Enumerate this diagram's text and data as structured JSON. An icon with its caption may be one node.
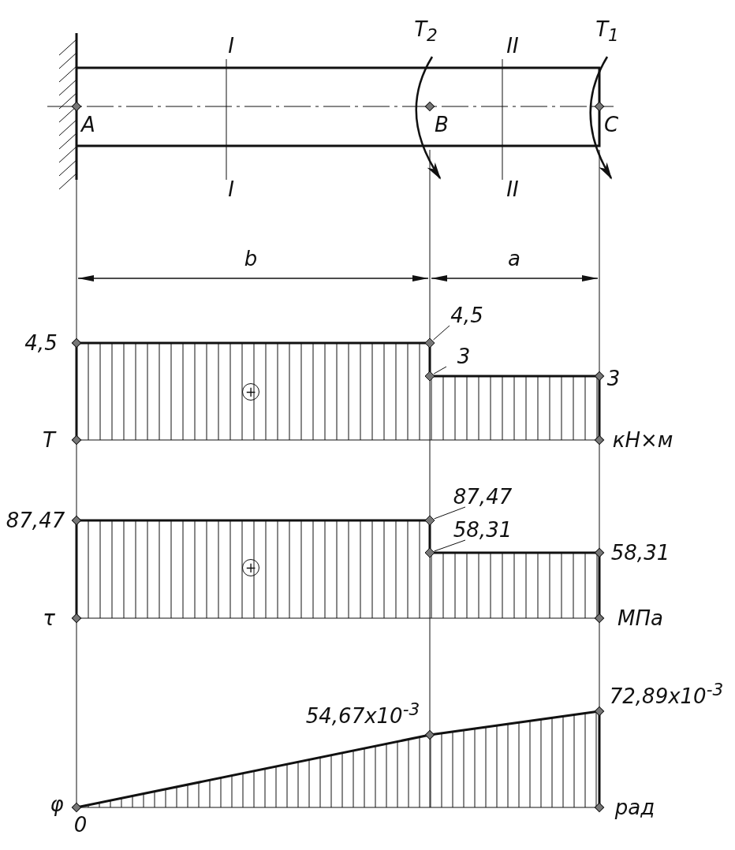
{
  "diagram": {
    "nodes": [
      {
        "text": [
          "4,5"
        ]
      },
      {
        "text": [
          "3"
        ]
      },
      {
        "text": [
          "87,47"
        ]
      },
      {
        "text": [
          "58,31"
        ]
      },
      {
        "text": [],
        "shape": "diamond"
      },
      {
        "text": [],
        "shape": "diamond"
      },
      {
        "text": [],
        "shape": "diamond"
      },
      {
        "text": [],
        "shape": "diamond"
      }
    ],
    "edges": [
      {
        "from": 0,
        "to": 4,
        "arrow": "none"
      },
      {
        "from": 1,
        "to": 5,
        "arrow": "none"
      },
      {
        "from": 2,
        "to": 6,
        "arrow": "none"
      },
      {
        "from": 3,
        "to": 7,
        "arrow": "none"
      }
    ],
    "labels": [
      "I",
      "T$_{2}$",
      "II",
      "T$_{1}$",
      "A",
      "B",
      "C",
      "I",
      "II",
      "b",
      "a",
      "4,5",
      "3",
      "T",
      "кН×м",
      "+",
      "87,47",
      "58,31",
      "+",
      "τ",
      "МПа",
      "54,67x10$^{-3}$",
      "72,89x10$^{-3}$",
      "φ",
      "0",
      "рад"
    ]
  }
}
